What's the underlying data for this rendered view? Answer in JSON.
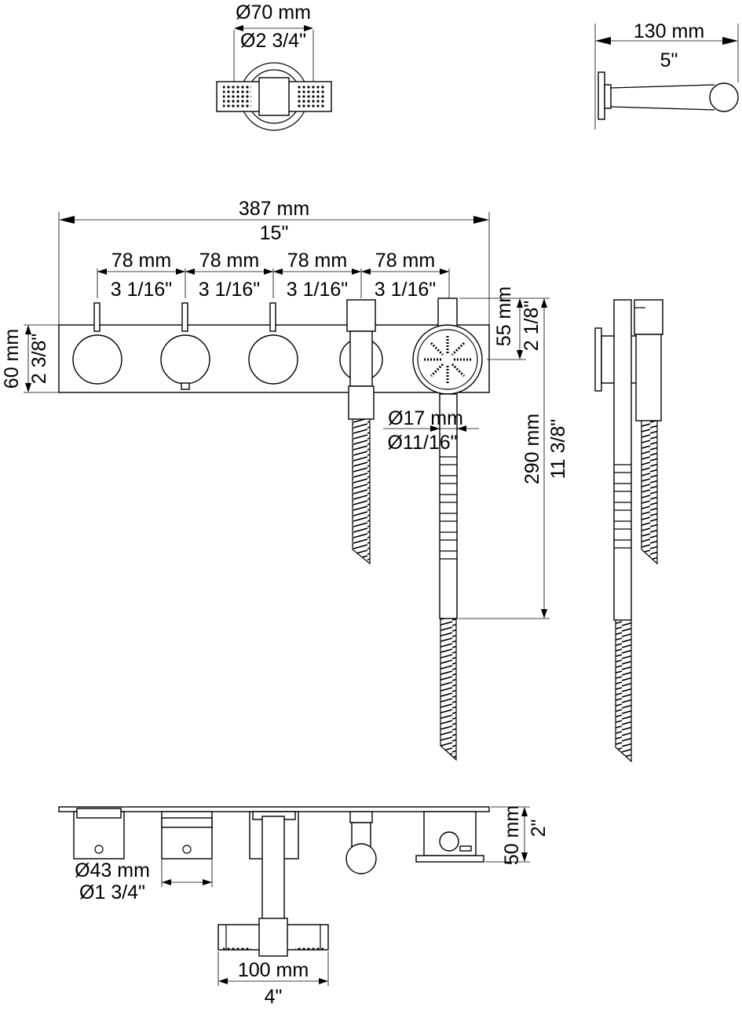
{
  "dimensions": {
    "head_diameter_mm": "Ø70 mm",
    "head_diameter_in": "Ø2 3/4\"",
    "arm_length_mm": "130 mm",
    "arm_length_in": "5\"",
    "plate_width_mm": "387 mm",
    "plate_width_in": "15\"",
    "spacing_mm": "78 mm",
    "spacing_in": "3 1/16\"",
    "plate_height_mm": "60 mm",
    "plate_height_in": "2 3/8\"",
    "holder_height_mm": "55 mm",
    "holder_height_in": "2 1/8\"",
    "hose_diameter_mm": "Ø17 mm",
    "hose_diameter_in": "Ø11/16\"",
    "hand_length_mm": "290 mm",
    "hand_length_in": "11 3/8\"",
    "depth_mm": "50 mm",
    "depth_in": "2\"",
    "knob_diameter_mm": "Ø43 mm",
    "knob_diameter_in": "Ø1 3/4\"",
    "bar_width_mm": "100 mm",
    "bar_width_in": "4\""
  }
}
